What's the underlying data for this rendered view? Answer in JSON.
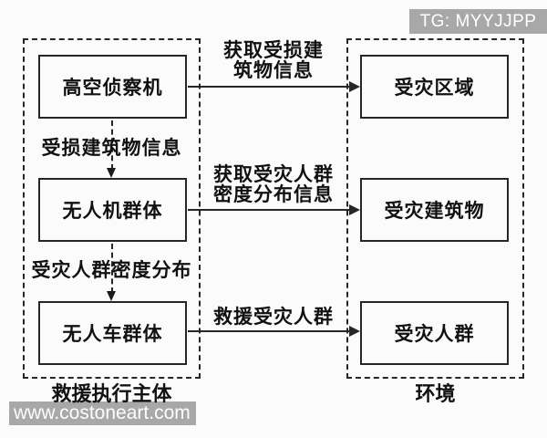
{
  "badge": {
    "text": "TG: MYYJJPP"
  },
  "watermark": {
    "text": "www.costoneart.com"
  },
  "left_group": {
    "label": "救援执行主体",
    "boxes": [
      {
        "label": "高空侦察机"
      },
      {
        "label": "无人机群体"
      },
      {
        "label": "无人车群体"
      }
    ]
  },
  "right_group": {
    "label": "环境",
    "boxes": [
      {
        "label": "受灾区域"
      },
      {
        "label": "受灾建筑物"
      },
      {
        "label": "受灾人群"
      }
    ]
  },
  "flows": {
    "h1": {
      "line1": "获取受损建",
      "line2": "筑物信息"
    },
    "h2": {
      "line1": "获取受灾人群",
      "line2": "密度分布信息"
    },
    "h3": {
      "label": "救援受灾人群"
    },
    "v1": {
      "label": "受损建筑物信息"
    },
    "v2": {
      "label": "受灾人群密度分布"
    }
  },
  "colors": {
    "line": "#262626",
    "badge_bg": "#a8a8a8",
    "watermark_bg": "#a8a8a8",
    "background": "#fbfbfb"
  }
}
